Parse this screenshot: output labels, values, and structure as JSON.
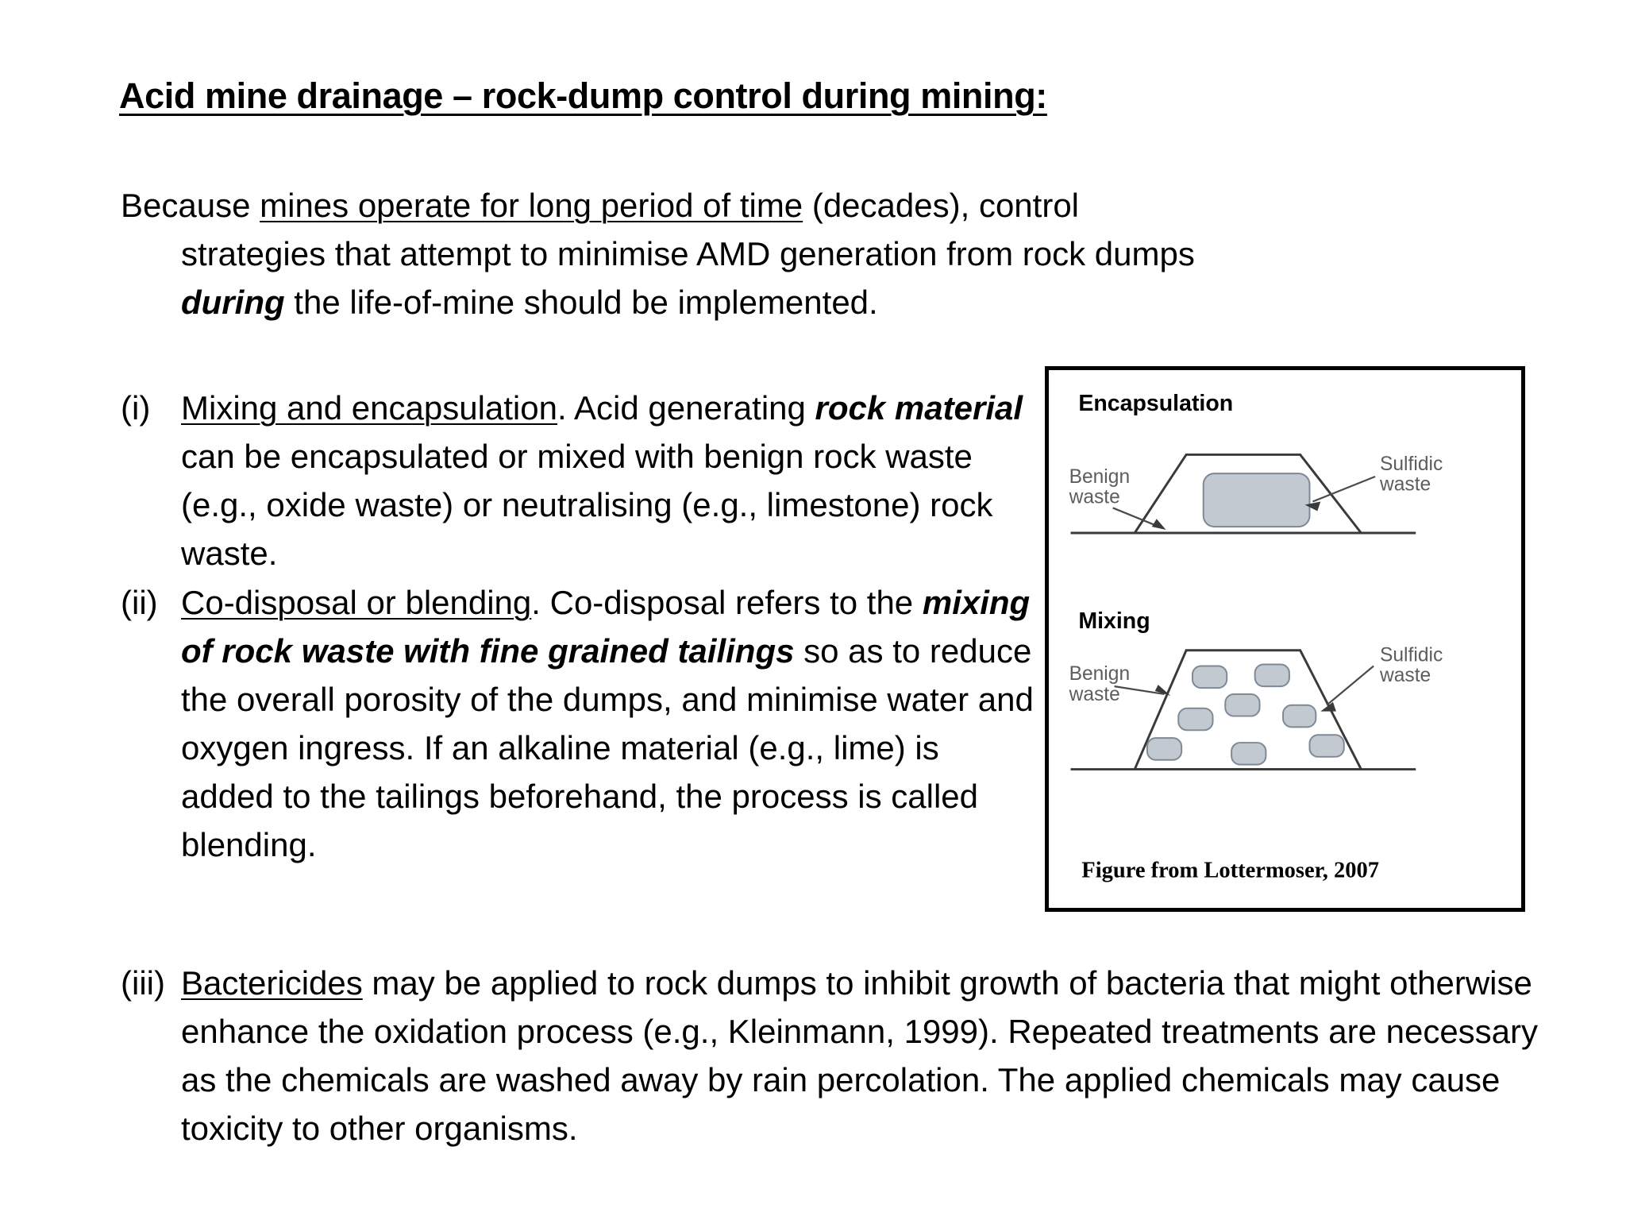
{
  "slide": {
    "title": "Acid mine drainage – rock-dump control during mining:",
    "intro": {
      "line1_a": "Because ",
      "line1_underlined": "mines operate for long period of time",
      "line1_b": " (decades), control",
      "line2": "strategies that attempt to minimise AMD generation from rock dumps",
      "line3_bolditalic": "during",
      "line3_rest": " the life-of-mine should be implemented."
    },
    "items": [
      {
        "marker": "(i)",
        "underlined": "Mixing and encapsulation",
        "after_underline": ". Acid generating ",
        "bolditalic": "rock material",
        "rest": " can be encapsulated or mixed with benign rock waste (e.g., oxide waste) or neutralising (e.g., limestone) rock waste."
      },
      {
        "marker": "(ii)",
        "underlined": "Co-disposal or blending",
        "after_underline": ".  Co-disposal refers to the ",
        "bolditalic": "mixing of rock waste with fine grained tailings",
        "rest": " so as to reduce the overall porosity of the dumps, and minimise water and oxygen ingress.  If an alkaline material (e.g., lime) is added to the tailings beforehand, the process is called blending."
      },
      {
        "marker": "(iii)",
        "underlined": "Bactericides",
        "after_underline": " may be applied to rock dumps to inhibit growth of bacteria that might otherwise enhance the oxidation process (e.g., Kleinmann, 1999).  Repeated treatments are necessary as the chemicals are washed away by rain percolation.  The applied chemicals may cause toxicity to other organisms.",
        "bolditalic": "",
        "rest": ""
      }
    ]
  },
  "figure": {
    "caption": "Figure from Lottermoser, 2007",
    "panels": [
      {
        "heading": "Encapsulation",
        "label_left_line1": "Benign",
        "label_left_line2": "waste",
        "label_right_line1": "Sulfidic",
        "label_right_line2": "waste"
      },
      {
        "heading": "Mixing",
        "label_left_line1": "Benign",
        "label_left_line2": "waste",
        "label_right_line1": "Sulfidic",
        "label_right_line2": "waste"
      }
    ],
    "colors": {
      "waste_fill": "#c3c9d1",
      "waste_stroke": "#7e8994",
      "outline": "#3a3a3a",
      "label_text": "#5d5d5d"
    }
  }
}
